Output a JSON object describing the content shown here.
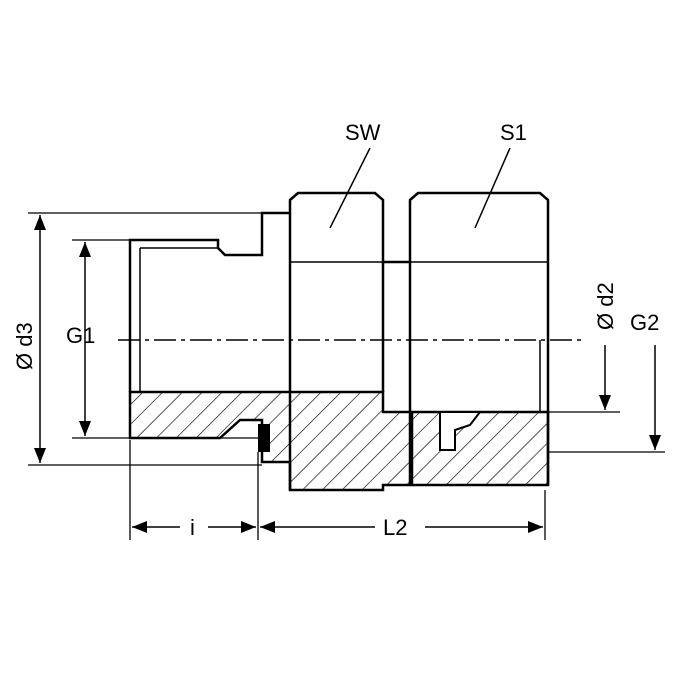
{
  "labels": {
    "sw": "SW",
    "s1": "S1",
    "d3": "Ø d3",
    "g1": "G1",
    "d2": "Ø d2",
    "g2": "G2",
    "i": "i",
    "l2": "L2"
  },
  "colors": {
    "line": "#000000",
    "background": "#ffffff"
  }
}
